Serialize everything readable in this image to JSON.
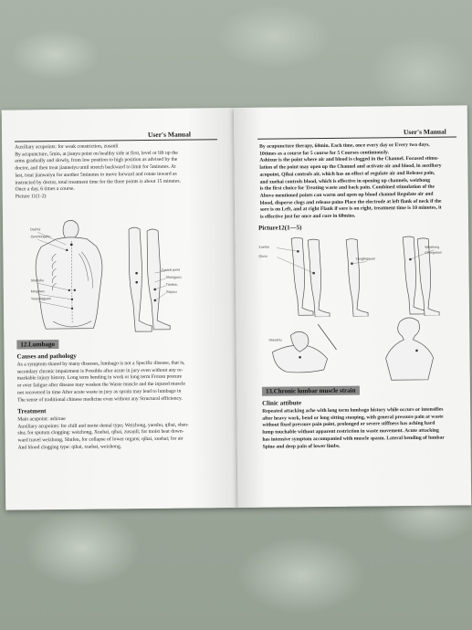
{
  "left_page": {
    "header": "User's Manual",
    "intro_lines": [
      "Auxiliary acupoints: for weak constriction, zusanli",
      "By acupuncture, 5min, at jianyu point on healthy side at first, level or lift up the",
      "arms gradually and slowly, from low position to high position as advised by the",
      "doctor, and then treat jianneiyu until stretch backward to limit for 5minutes. At",
      "last, treat jianwaiyu for another 5minutes to move forward and rotate inward as",
      "instructed by doctor, total treatment time for the three points is about 15 minutes.",
      "Once a day, 6 times a course.",
      "Picture 11(1-2)"
    ],
    "figure_labels": [
      "Dazhui",
      "Jianzhongshu",
      "Shenshu",
      "Mingmen",
      "Yaoyangguan",
      "Zusanli point",
      "Shangjuxu",
      "Tiaokou",
      "Xiajuxu"
    ],
    "section_tag": "12.Lumbago",
    "causes_heading": "Causes and pathology",
    "causes_lines": [
      "As a symptom shared by many diseases, lumbago is not a Specific disease, that is,",
      "secondary chronic impairment is Possible after acute in jury even without any re-",
      "markable injury history. Long term bending in work or long term Frozen posture",
      "or over fatigue after disease may weaken the Waste muscle and the injured muscle",
      "not recovered in time After acute waste in jury as sprain may lead to lumbago in",
      "The sense of traditional chinese medicine even without any Structural efficiency."
    ],
    "treatment_heading": "Treatment",
    "treatment_lines": [
      "Main acupoint: ashixue",
      "Auxiliary acupoints: for chill and moist dental type; Weizhong, yaoshu, qihai, shen-",
      "shu; for sputum clogging: weizhong, Xuehai, qihai, zusanli; for moist heat down-",
      "ward travel weizhong, Shufen, for collapse of lower organs; qihai, xuehai; for air",
      "And blood clogging type: qihai, xuehai, weizhong."
    ]
  },
  "right_page": {
    "header": "User's Manual",
    "body_lines": [
      "By acupuncture therapy, 60min. Each time, once every day or Every two days,",
      "10times as a course for 5 course for 5 Courses continuously.",
      "Ashixue is the point where air and blood is clogged in the Channel. Focused stimu-",
      "lation of the point may open up the Channel and activate air and blood, in auxiliary",
      "acupoint, Qihai controls air, which has an effect of regulate air and Release pain,",
      "and xuehai controls blood, which is effective in opening up channels, weizhong",
      "is the first choice for Treating waste and back pain. Combined stimulation of the",
      "Above mentioned points can warm and open up blood channel Regulate air and",
      "blood, disperse clogs and release pains Place the electrode at left flank of neck if the",
      "sore is on Left, and at right Flank if sore is on right, treatment time is 10 minutes, it",
      "is effective just for once and cure in 60mins."
    ],
    "picture_caption": "Picture12(1—5)",
    "figure_labels": [
      "Xuehai",
      "Qiuxu",
      "Yanglingquan",
      "Weizhong",
      "Chengshan",
      "Shenshu"
    ],
    "section_tag": "13.Chronic lumbar muscle strain",
    "clinic_heading": "Clinic attibute",
    "clinic_lines": [
      "Repeated attacking ache with long term lumbago history while occurs or intensifies",
      "after heavy work, bend or long sitting stooping, with general pressure pain at waste",
      "without fixed pressure pain point, prolonged or severe stiffness has aching hard",
      "lump touchable without apparent restriction in waste movement. Acute attacking",
      "has intensive symptom accompanied with muscle spasm. Lateral bending of lumbar",
      "Spine and deep pain of lower limbs."
    ]
  }
}
